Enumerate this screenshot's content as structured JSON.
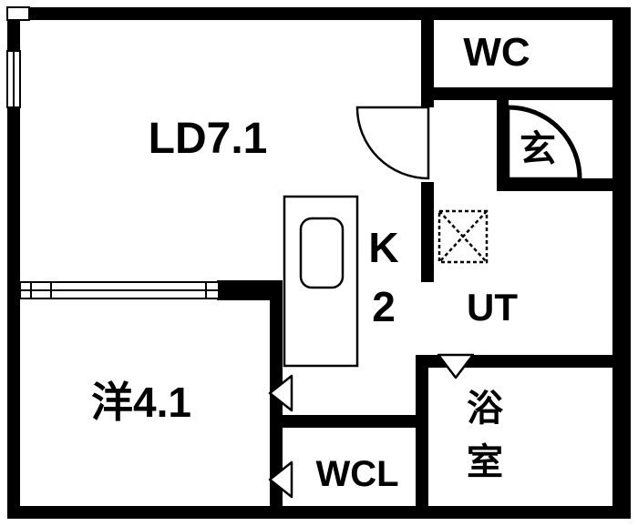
{
  "colors": {
    "wall": "#000000",
    "floor": "#ffffff",
    "text": "#000000"
  },
  "rooms": {
    "living_dining": {
      "label": "LD7.1"
    },
    "toilet": {
      "label": "WC"
    },
    "entrance": {
      "label": "玄"
    },
    "kitchen": {
      "label_line1": "K",
      "label_line2": "2"
    },
    "utility": {
      "label": "UT"
    },
    "western_room": {
      "label": "洋4.1"
    },
    "walk_in_closet": {
      "label": "WCL"
    },
    "bathroom": {
      "label_line1": "浴",
      "label_line2": "室"
    }
  }
}
